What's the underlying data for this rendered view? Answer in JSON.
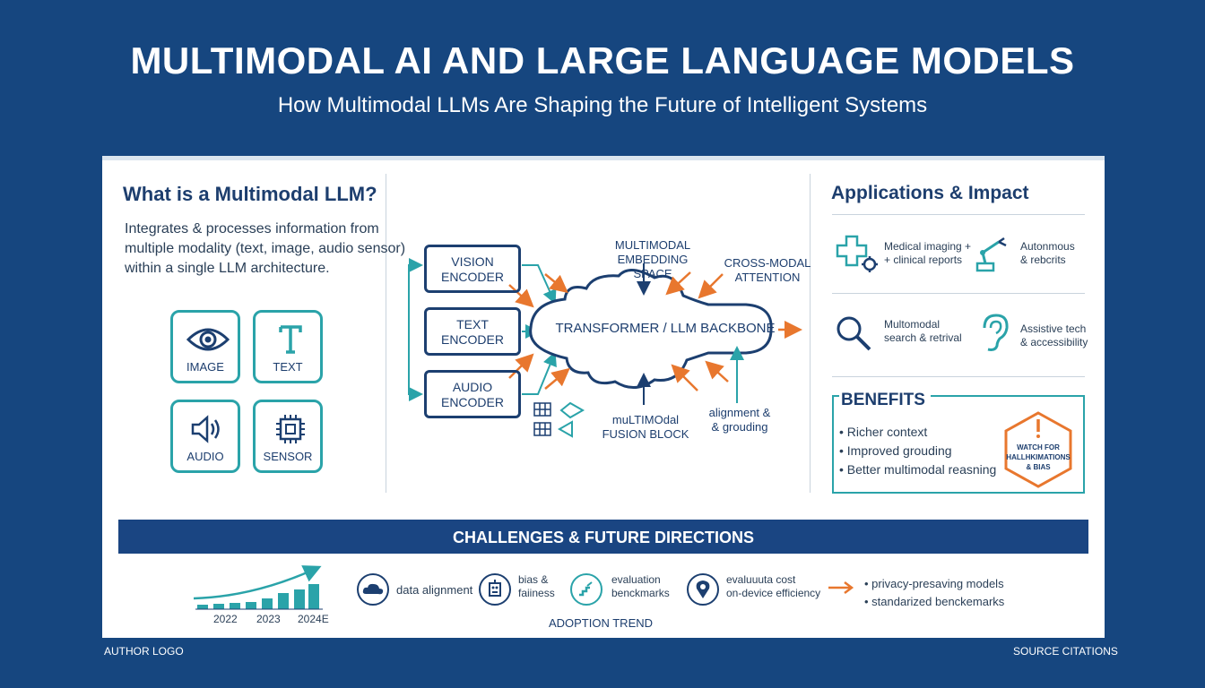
{
  "header": {
    "title": "MULTIMODAL AI AND LARGE LANGUAGE MODELS",
    "subtitle": "How Multimodal LLMs Are Shaping the Future of Intelligent Systems"
  },
  "left": {
    "heading": "What is a Multimodal LLM?",
    "desc_line1": "Integrates & processes information from",
    "desc_line2": "multiple modality (text, image, audio sensor)",
    "desc_line3": "within a single LLM architecture.",
    "modalities": [
      {
        "label": "IMAGE",
        "icon": "eye-icon"
      },
      {
        "label": "TEXT",
        "icon": "text-t-icon"
      },
      {
        "label": "AUDIO",
        "icon": "speaker-icon"
      },
      {
        "label": "SENSOR",
        "icon": "chip-icon"
      }
    ]
  },
  "center": {
    "encoders": [
      {
        "line1": "VISION",
        "line2": "ENCODER"
      },
      {
        "line1": "TEXT",
        "line2": "ENCODER"
      },
      {
        "line1": "AUDIO",
        "line2": "ENCODER"
      }
    ],
    "embedding_line1": "MULTIMODAL",
    "embedding_line2": "EMBEDDING SPACE",
    "attention_line1": "CROSS-MODAL",
    "attention_line2": "ATTENTION",
    "backbone": "TRANSFORMER / LLM BACKBONE",
    "fusion_line1": "muLTIMOdal",
    "fusion_line2": "FUSION BLOCK",
    "alignment_line1": "alignment &",
    "alignment_line2": "& grouding"
  },
  "right": {
    "heading": "Applications & Impact",
    "apps": [
      {
        "line1": "Medical imaging +",
        "line2": "+ clinical reports",
        "icon": "medical-cross-gear-icon"
      },
      {
        "line1": "Autonmous",
        "line2": "& rebcrits",
        "icon": "robot-arm-icon"
      },
      {
        "line1": "Multomodal",
        "line2": "search & retrival",
        "icon": "magnifier-icon"
      },
      {
        "line1": "Assistive tech",
        "line2": "& accessibility",
        "icon": "ear-icon"
      }
    ],
    "benefits_title": "BENEFITS",
    "benefits": [
      "Richer context",
      "Improved grouding",
      "Better multimodal reasning"
    ],
    "warning_line1": "WATCH FOR",
    "warning_line2": "HALLHKIMATIONS",
    "warning_line3": "& BIAS"
  },
  "challenges": {
    "banner": "CHALLENGES & FUTURE DIRECTIONS",
    "trend_years": [
      "2022",
      "2023",
      "2024E"
    ],
    "trend_caption": "ADOPTION TREND",
    "items": [
      {
        "line1": "data alignment",
        "line2": "",
        "icon": "cloud-icon"
      },
      {
        "line1": "bias &",
        "line2": "faiiness",
        "icon": "robot-face-icon"
      },
      {
        "line1": "evaluation",
        "line2": "benckmarks",
        "icon": "gauge-icon"
      },
      {
        "line1": "evaluuuta cost",
        "line2": "on-device efficiency",
        "icon": "location-pin-icon"
      }
    ],
    "future": [
      "privacy-presaving models",
      "standarized benckemarks"
    ]
  },
  "footer": {
    "left": "AUTHOR LOGO",
    "right": "SOURCE CITATIONS"
  },
  "colors": {
    "navy": "#16467f",
    "teal": "#2aa3a9",
    "orange": "#e8772e",
    "dark_text": "#1d3e6e"
  }
}
